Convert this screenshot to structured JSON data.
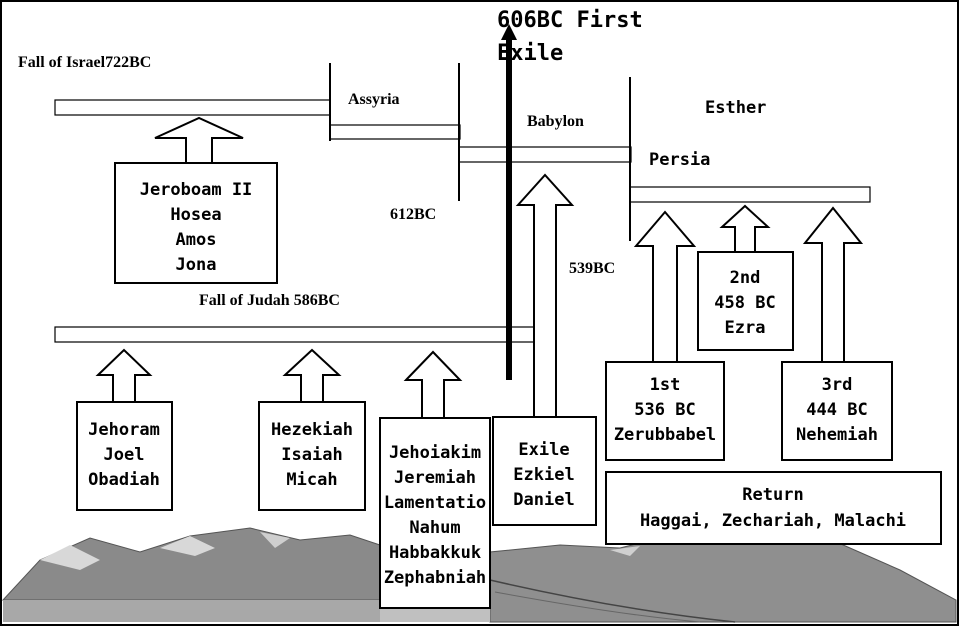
{
  "labels": {
    "fall_israel": "Fall of Israel722BC",
    "exile_top_line1": "606BC First",
    "exile_top_line2": "Exile",
    "assyria": "Assyria",
    "babylon": "Babylon",
    "esther": "Esther",
    "persia": "Persia",
    "bc612": "612BC",
    "bc539": "539BC",
    "fall_judah": "Fall of Judah 586BC"
  },
  "boxes": {
    "israel_prophets": [
      "Jeroboam II",
      "Hosea",
      "Amos",
      "Jona"
    ],
    "jehoram": [
      "Jehoram",
      "Joel",
      "Obadiah"
    ],
    "hezekiah": [
      "Hezekiah",
      "Isaiah",
      "Micah"
    ],
    "jehoiakim": [
      "Jehoiakim",
      "Jeremiah",
      "Lamentatio",
      "Nahum",
      "Habbakkuk",
      "Zephabniah"
    ],
    "exile": [
      "Exile",
      "Ezkiel",
      "Daniel"
    ],
    "first": [
      "1st",
      "536 BC",
      "Zerubbabel"
    ],
    "second": [
      "2nd",
      "458 BC",
      "Ezra"
    ],
    "third": [
      "3rd",
      "444 BC",
      "Nehemiah"
    ],
    "return": [
      "Return",
      "Haggai, Zechariah, Malachi"
    ]
  }
}
